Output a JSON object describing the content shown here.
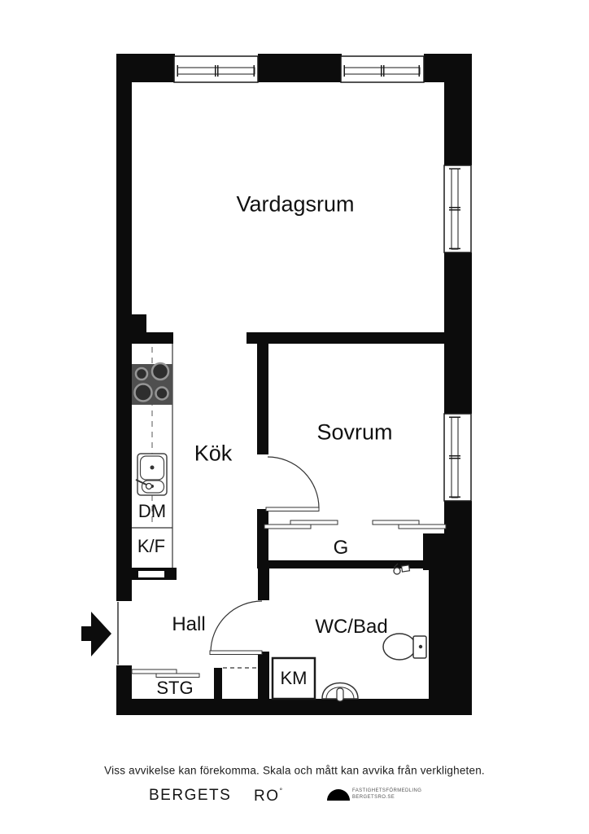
{
  "plan": {
    "rooms": {
      "living_room": "Vardagsrum",
      "bedroom": "Sovrum",
      "kitchen": "Kök",
      "hall": "Hall",
      "bathroom": "WC/Bad",
      "wardrobe": "G",
      "storage": "STG",
      "dishwasher": "DM",
      "fridge_freezer": "K/F",
      "washing_machine": "KM"
    }
  },
  "footer": {
    "disclaimer": "Viss avvikelse kan förekomma. Skala och mått kan avvika från verkligheten.",
    "brand": {
      "word1": "BERGETS",
      "word2": "RO",
      "mark": "°"
    },
    "agency": {
      "line1": "FASTIGHETSFÖRMEDLING",
      "line2": "BERGETSRO.SE"
    }
  },
  "colors": {
    "wall": "#0c0c0c",
    "line": "#333333",
    "stove": "#4f4f4f",
    "text": "#111111"
  }
}
